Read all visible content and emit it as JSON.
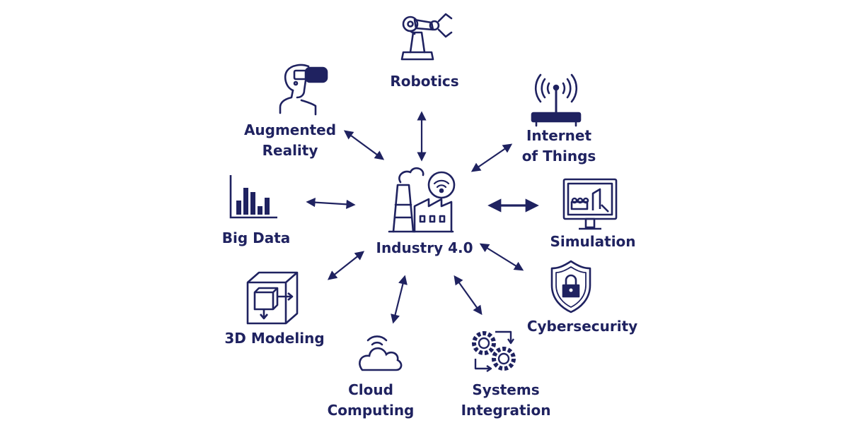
{
  "center": {
    "label": "Industry 4.0"
  },
  "nodes": {
    "robotics": {
      "label": "Robotics"
    },
    "iot": {
      "line1": "Internet",
      "line2": "of Things"
    },
    "simulation": {
      "label": "Simulation"
    },
    "cybersecurity": {
      "label": "Cybersecurity"
    },
    "systems": {
      "line1": "Systems",
      "line2": "Integration"
    },
    "cloud": {
      "line1": "Cloud",
      "line2": "Computing"
    },
    "modeling": {
      "label": "3D Modeling"
    },
    "bigdata": {
      "label": "Big Data"
    },
    "ar": {
      "line1": "Augmented",
      "line2": "Reality"
    }
  },
  "colors": {
    "ink": "#1f2260",
    "background": "#ffffff"
  },
  "icons": [
    "factory-icon",
    "robot-arm-icon",
    "router-icon",
    "monitor-icon",
    "shield-lock-icon",
    "gears-icon",
    "cloud-icon",
    "cube-icon",
    "bar-chart-icon",
    "vr-headset-icon"
  ]
}
